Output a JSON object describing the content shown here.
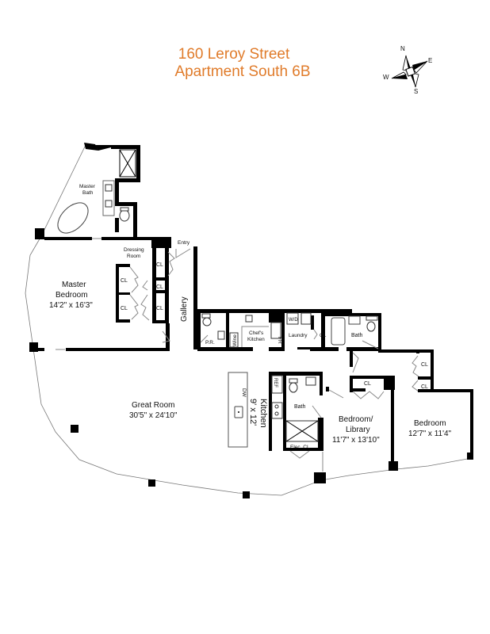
{
  "header": {
    "line1": "160 Leroy Street",
    "line2": "Apartment South 6B",
    "color": "#e07b2a"
  },
  "compass": {
    "icon": "compass-rose-icon",
    "n": "N",
    "e": "E",
    "s": "S",
    "w": "W"
  },
  "rooms": {
    "master_bath": {
      "name1": "Master",
      "name2": "Bath"
    },
    "dressing_room": {
      "name1": "Dressing",
      "name2": "Room"
    },
    "entry": {
      "name": "Entry"
    },
    "master_bedroom": {
      "name1": "Master",
      "name2": "Bedroom",
      "dims": "14'2\" x 16'3\""
    },
    "gallery": {
      "name": "Gallery"
    },
    "powder_room": {
      "name": "P.R."
    },
    "wine": {
      "name": "Wine"
    },
    "chefs_kitchen": {
      "name1": "Chef's",
      "name2": "Kitchen"
    },
    "fr": {
      "name": "FR"
    },
    "wd": {
      "name": "W/D"
    },
    "laundry": {
      "name": "Laundry"
    },
    "bath_hall": {
      "name": "Bath"
    },
    "great_room": {
      "name": "Great Room",
      "dims": "30'5\" x 24'10\""
    },
    "kitchen": {
      "name": "Kitchen",
      "dims": "9' x 12'"
    },
    "dw": {
      "name": "DW"
    },
    "ref": {
      "name": "REF"
    },
    "bath_kitchen": {
      "name": "Bath"
    },
    "elec_cl": {
      "name": "Elec. CL"
    },
    "bedroom_library": {
      "name1": "Bedroom/",
      "name2": "Library",
      "dims": "11'7\" x 13'10\""
    },
    "bedroom": {
      "name": "Bedroom",
      "dims": "12'7\" x 11'4\""
    }
  },
  "closets": {
    "label": "CL"
  }
}
